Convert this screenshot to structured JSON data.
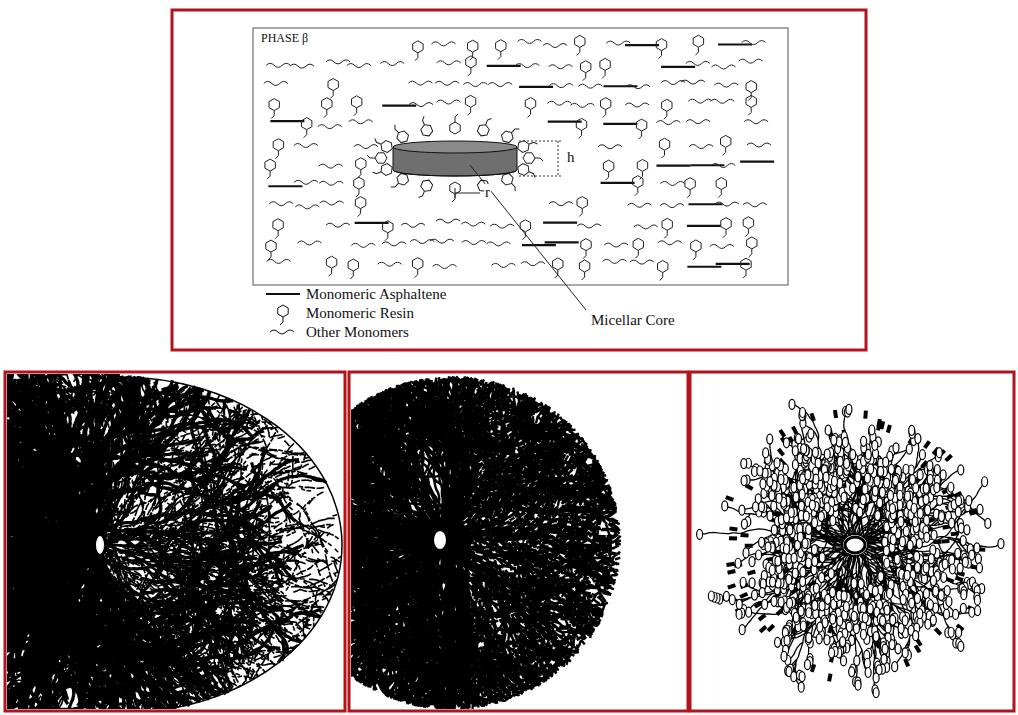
{
  "diagram": {
    "labels": [
      "PHASE β",
      "h",
      "r",
      "Micellar Core"
    ],
    "legend": [
      {
        "text": "Monomeric Asphaltene"
      },
      {
        "text": "Monomeric Resin"
      },
      {
        "text": "Other Monomers"
      }
    ]
  }
}
